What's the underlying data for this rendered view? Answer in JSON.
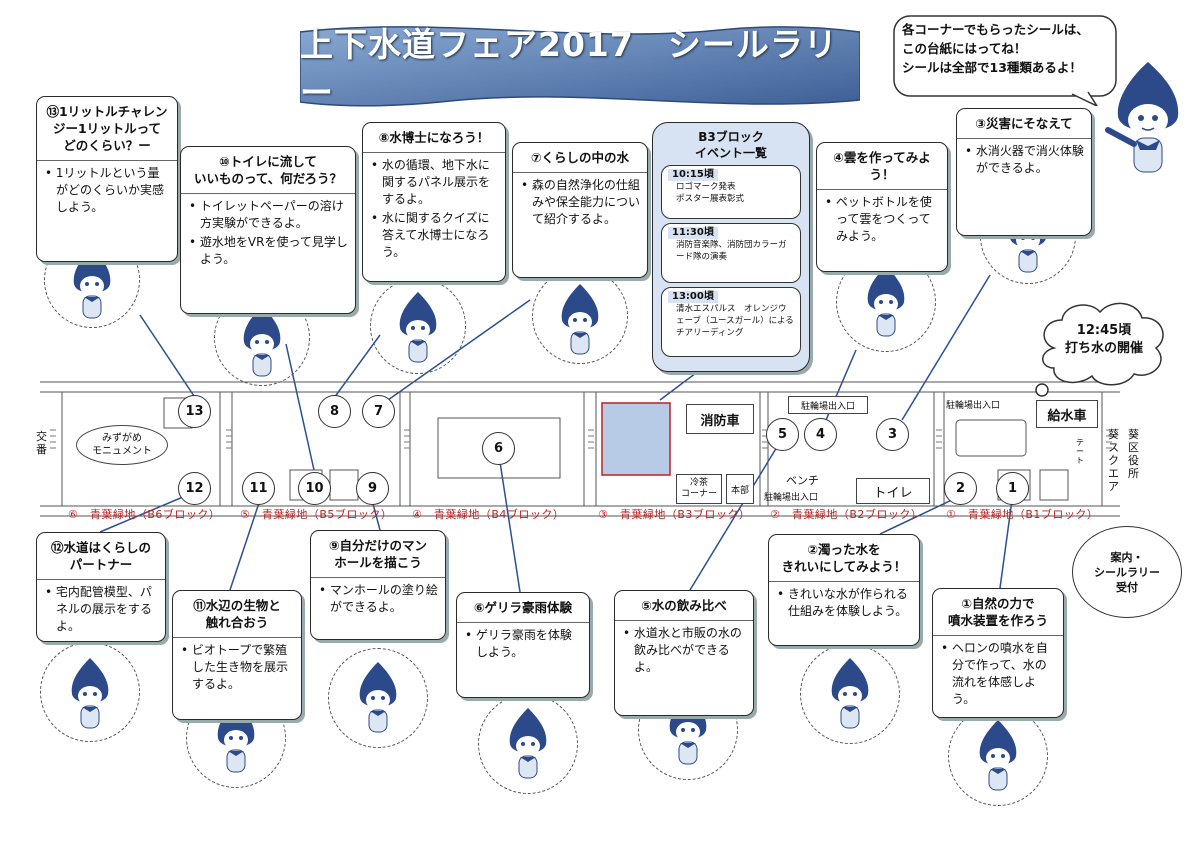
{
  "banner": {
    "title": "上下水道フェア2017　シールラリー"
  },
  "speech": {
    "text": "各コーナーでもらったシールは、\nこの台紙にはってね！\nシールは全部で13種類あるよ！"
  },
  "cards": {
    "c13": {
      "title": "⑬1リットルチャレン\nジー1リットルって\nどのくらい？ー",
      "items": [
        "1リットルという量がどのくらいか実感しよう。"
      ]
    },
    "c10": {
      "title": "⑩トイレに流して\nいいものって、何だろう？",
      "items": [
        "トイレットペーパーの溶け方実験ができるよ。",
        "遊水地をVRを使って見学しよう。"
      ]
    },
    "c8": {
      "title": "⑧水博士になろう！",
      "items": [
        "水の循環、地下水に関するパネル展示をするよ。",
        "水に関するクイズに答えて水博士になろう。"
      ]
    },
    "c7": {
      "title": "⑦くらしの中の水",
      "items": [
        "森の自然浄化の仕組みや保全能力について紹介するよ。"
      ]
    },
    "c4": {
      "title": "④雲を作ってみよう！",
      "items": [
        "ペットボトルを使って雲をつくってみよう。"
      ]
    },
    "c3": {
      "title": "③災害にそなえて",
      "items": [
        "水消火器で消火体験ができるよ。"
      ]
    },
    "c12": {
      "title": "⑫水道はくらしの\nパートナー",
      "items": [
        "宅内配管模型、パネルの展示をするよ。"
      ]
    },
    "c11": {
      "title": "⑪水辺の生物と\n触れ合おう",
      "items": [
        "ビオトープで繁殖した生き物を展示するよ。"
      ]
    },
    "c9": {
      "title": "⑨自分だけのマン\nホールを描こう",
      "items": [
        "マンホールの塗り絵ができるよ。"
      ]
    },
    "c6": {
      "title": "⑥ゲリラ豪雨体験",
      "items": [
        "ゲリラ豪雨を体験しよう。"
      ]
    },
    "c5": {
      "title": "⑤水の飲み比べ",
      "items": [
        "水道水と市販の水の飲み比べができるよ。"
      ]
    },
    "c2": {
      "title": "②濁った水を\nきれいにしてみよう！",
      "items": [
        "きれいな水が作られる仕組みを体験しよう。"
      ]
    },
    "c1": {
      "title": "①自然の力で\n噴水装置を作ろう",
      "items": [
        "ヘロンの噴水を自分で作って、水の流れを体感しよう。"
      ]
    }
  },
  "events": {
    "title": "B3ブロック\nイベント一覧",
    "slots": [
      {
        "time": "10:15頃",
        "items": [
          "ロゴマーク発表",
          "ポスター展表彰式"
        ]
      },
      {
        "time": "11:30頃",
        "items": [
          "消防音楽隊、消防団カラーガード隊の演奏"
        ]
      },
      {
        "time": "13:00頃",
        "items": [
          "清水エスパルス　オレンジウェーブ（ユースガール）によるチアリーディング"
        ]
      }
    ]
  },
  "cloud": {
    "text": "12:45頃\n打ち水の開催"
  },
  "info_bubble": {
    "text": "案内・\nシールラリー\n受付"
  },
  "map": {
    "areas": [
      "⑥　青葉緑地（B6ブロック）",
      "⑤　青葉緑地（B5ブロック）",
      "④　青葉緑地（B4ブロック）",
      "③　青葉緑地（B3ブロック）",
      "②　青葉緑地（B2ブロック）",
      "①　青葉緑地（B1ブロック）"
    ],
    "kouban": "交\n番",
    "monument": "みずがめ\nモニュメント",
    "fire_truck": "消防車",
    "water_truck": "給水車",
    "cold_tea": "冷茶\nコーナー",
    "hq": "本部",
    "bench": "ベンチ",
    "toilet": "トイレ",
    "bike_parking_1": "駐輪場出入口",
    "bike_parking_2": "駐輪場出入口",
    "bike_parking_3": "駐輪場出入口",
    "tent": "テ ー ト",
    "aoi_square": "葵スクエア",
    "ward_office": "葵区役所",
    "nums": [
      "13",
      "12",
      "11",
      "10",
      "9",
      "8",
      "7",
      "6",
      "5",
      "4",
      "3",
      "2",
      "1"
    ]
  },
  "colors": {
    "banner": "#6b8fc0",
    "banner_dark": "#3d5f96",
    "event_panel": "#d7e3f2",
    "fire_truck_area": "#b8cbe6",
    "area_label": "#b22222",
    "mascot": "#2c4a8a"
  }
}
